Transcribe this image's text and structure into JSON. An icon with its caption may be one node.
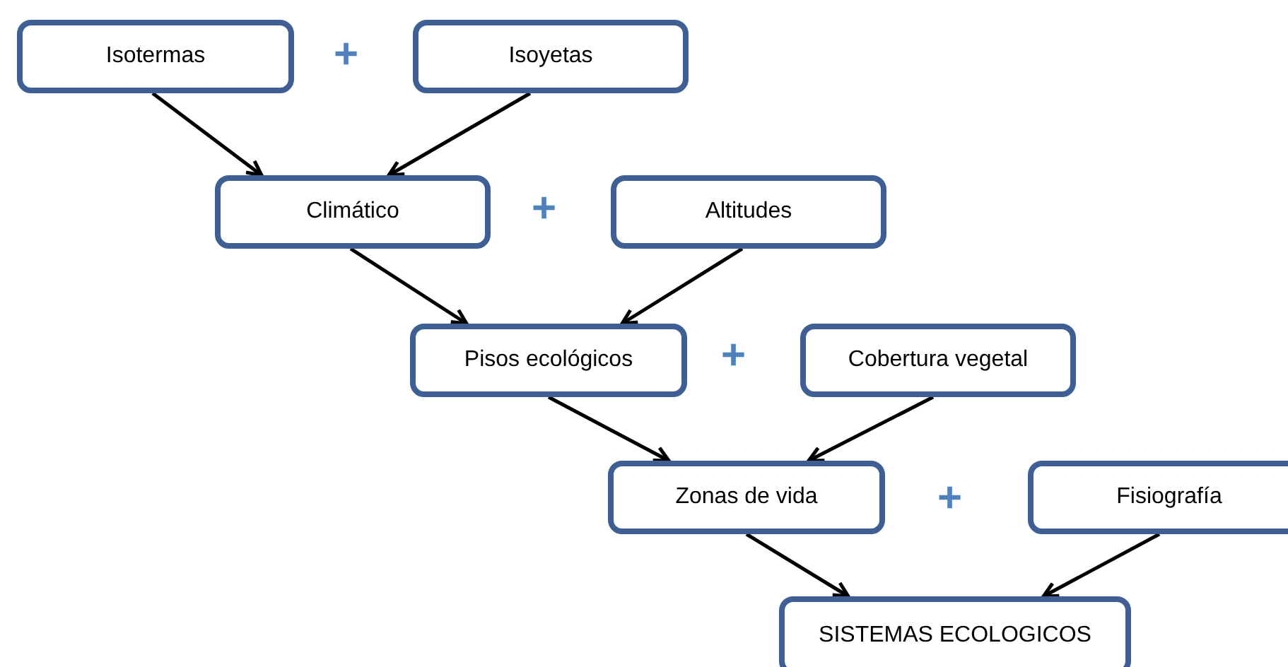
{
  "diagram": {
    "nodes": [
      {
        "text": [
          "Isotermas"
        ]
      },
      {
        "text": [
          "Isoyetas"
        ]
      },
      {
        "text": [
          "Climático"
        ]
      },
      {
        "text": [
          "Altitudes"
        ]
      },
      {
        "text": [
          "Pisos ecológicos"
        ]
      },
      {
        "text": [
          "Cobertura vegetal"
        ]
      },
      {
        "text": [
          "Zonas de vida"
        ]
      },
      {
        "text": [
          "Fisiografía"
        ]
      },
      {
        "text": [
          "SISTEMAS ECOLOGICOS"
        ]
      }
    ],
    "edges": [
      {
        "from": 0,
        "to": 2,
        "arrow": "to"
      },
      {
        "from": 1,
        "to": 2,
        "arrow": "to"
      },
      {
        "from": 2,
        "to": 4,
        "arrow": "to"
      },
      {
        "from": 3,
        "to": 4,
        "arrow": "to"
      },
      {
        "from": 4,
        "to": 6,
        "arrow": "to"
      },
      {
        "from": 5,
        "to": 6,
        "arrow": "to"
      },
      {
        "from": 6,
        "to": 8,
        "arrow": "to"
      },
      {
        "from": 7,
        "to": 8,
        "arrow": "to"
      }
    ],
    "labels": [
      "+",
      "+",
      "+",
      "+"
    ]
  }
}
